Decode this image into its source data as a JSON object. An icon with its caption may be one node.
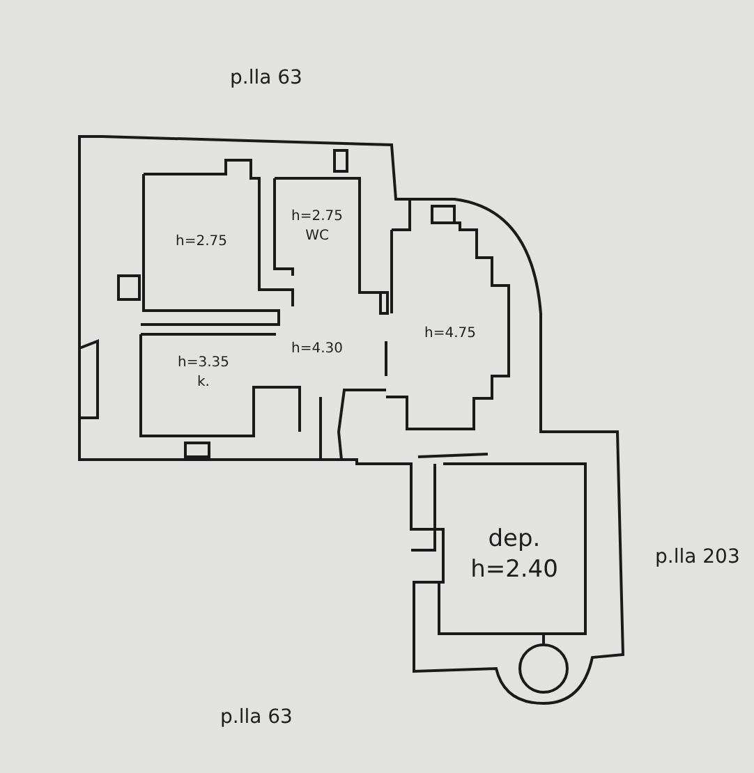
{
  "diagram": {
    "nodes": [
      {
        "text": [
          "h=2.75"
        ]
      },
      {
        "text": [
          "h=2.75",
          "WC"
        ]
      },
      {
        "text": [
          "h=3.35",
          "k."
        ]
      },
      {
        "text": [
          "h=4.30"
        ]
      },
      {
        "text": [
          "h=4.75"
        ]
      },
      {
        "text": [
          "dep.",
          "h=2.40"
        ]
      }
    ],
    "labels": [
      "p.lla 63",
      "p.lla 203",
      "p.lla 63"
    ]
  }
}
